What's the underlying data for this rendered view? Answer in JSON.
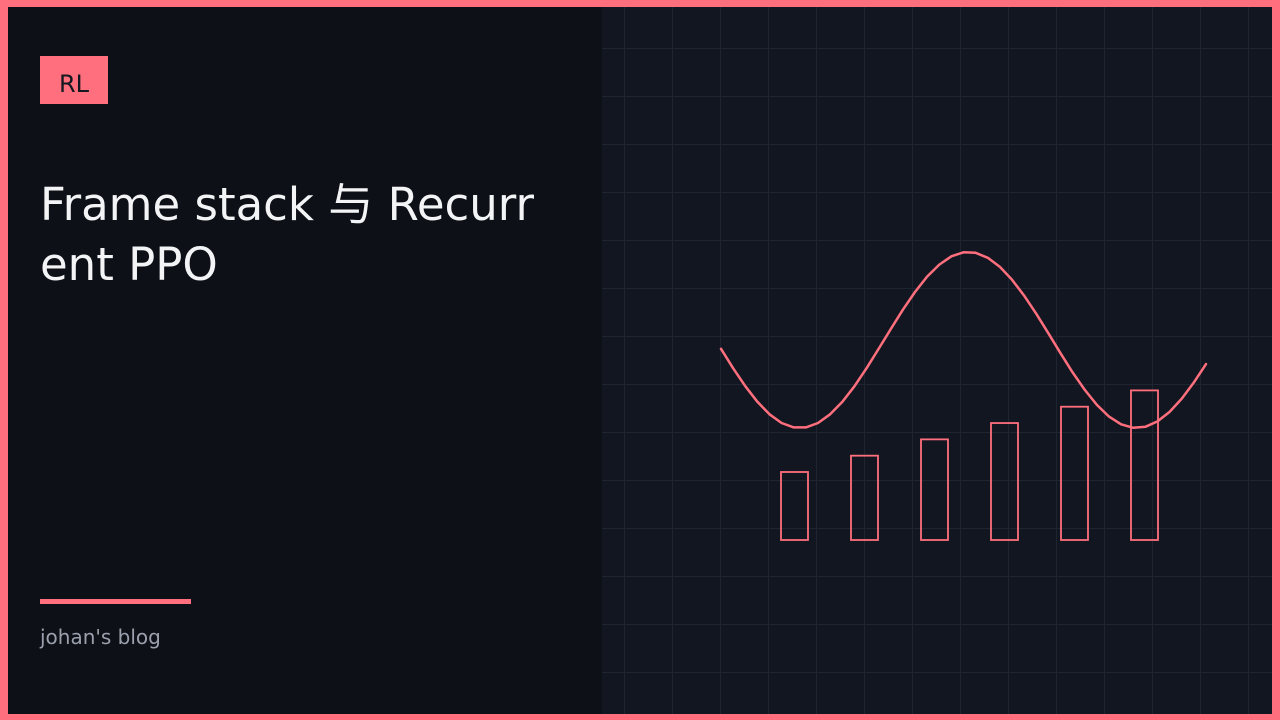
{
  "badge": {
    "label": "RL"
  },
  "title": {
    "text": "Frame stack 与 Recurrent PPO"
  },
  "footer": {
    "author": "johan's blog"
  },
  "colors": {
    "accent": "#ff6f7d",
    "background": "#0d1017",
    "panel": "#121620",
    "grid": "#1e2430",
    "title": "#f3f4f6",
    "muted": "#9aa0ac"
  },
  "illustration": {
    "wave_periods": 1.5,
    "bar_levels": [
      0.5,
      0.62,
      0.74,
      0.86,
      0.98,
      1.1
    ]
  }
}
